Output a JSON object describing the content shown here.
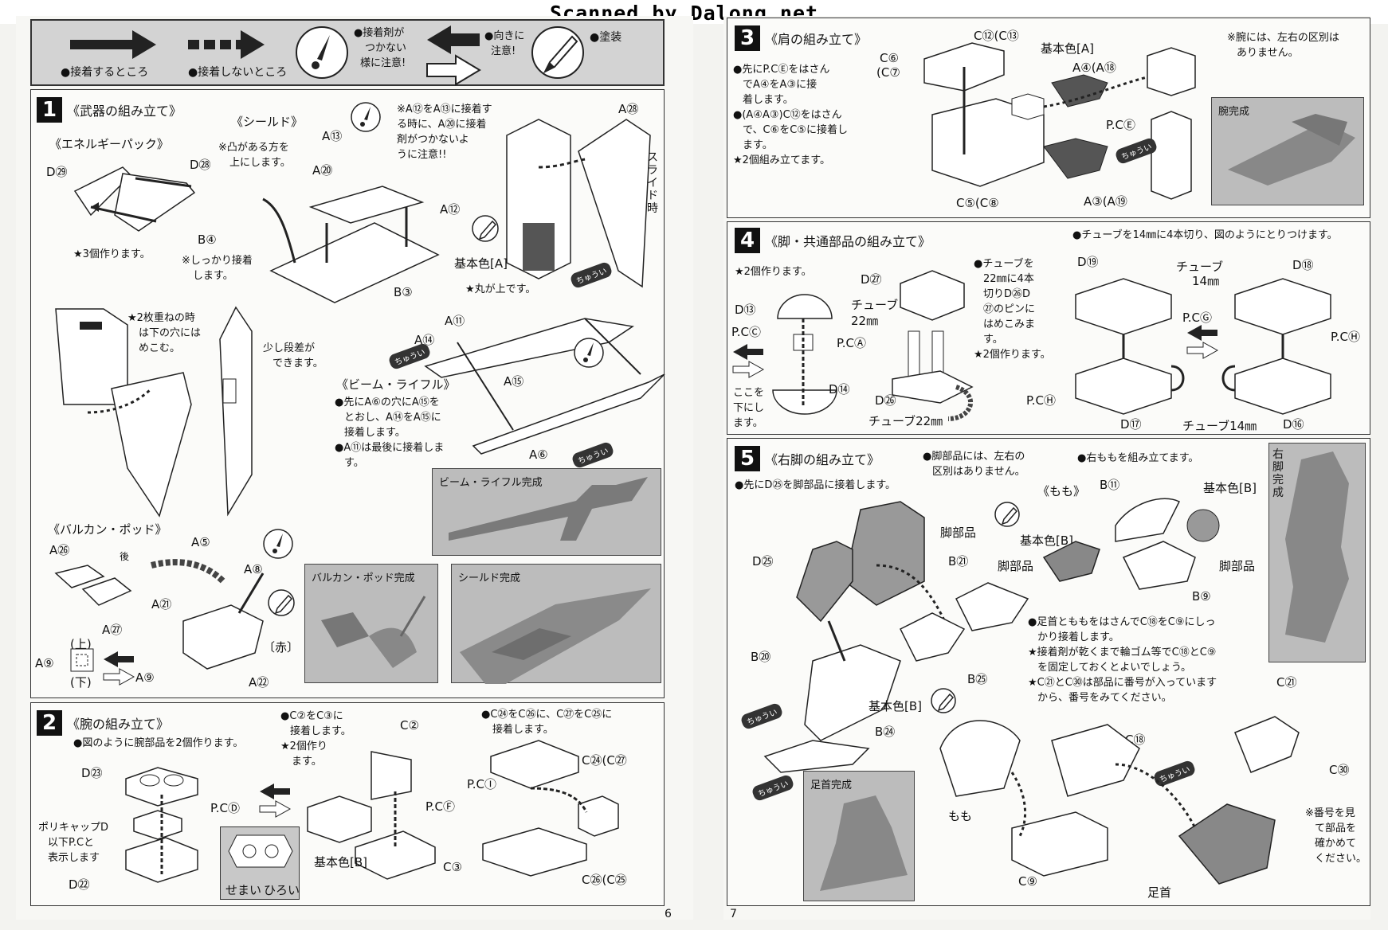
{
  "scan_credit": "Scanned by Dalong.net",
  "legend": {
    "glue": "●接着するところ",
    "no_glue": "●接着しないところ",
    "caution": [
      "●接着剤が",
      "つかない",
      "様に注意!"
    ],
    "direction": [
      "●向きに",
      "注意!"
    ],
    "paint": "●塗装"
  },
  "section1": {
    "num": "1",
    "title": "《武器の組み立て》",
    "energy_pack": "《エネルギーパック》",
    "shield": "《シールド》",
    "shield_note": [
      "※凸がある方を",
      "上にします。"
    ],
    "firmly_glue": [
      "※しっかり接着",
      "します。"
    ],
    "make3": "★3個作ります。",
    "a12_note": [
      "※A⑫をA⑬に接着す",
      "る時に、A⑳に接着",
      "剤がつかないよ",
      "うに注意!!"
    ],
    "slide": "スライド時",
    "base_a": "基本色[A]",
    "round_up": "★丸が上です。",
    "two_layer": [
      "★2枚重ねの時",
      "は下の穴には",
      "めこむ。"
    ],
    "step": [
      "少し段差が",
      "できます。"
    ],
    "beam_rifle": "《ビーム・ライフル》",
    "rifle_notes": [
      "●先にA⑥の穴にA⑮を",
      "とおし、A⑭をA⑮に",
      "接着します。",
      "●A⑪は最後に接着しま",
      "す。"
    ],
    "rifle_done": "ビーム・ライフル完成",
    "vulcan_pod": "《バルカン・ポッド》",
    "vulcan_done": "バルカン・ポッド完成",
    "shield_done": "シールド完成",
    "back": "後",
    "up": "(上)",
    "down": "(下)",
    "red": "〔赤〕",
    "parts": {
      "d29": "D㉙",
      "d28": "D㉘",
      "b4": "B④",
      "a13": "A⑬",
      "a20": "A⑳",
      "a12": "A⑫",
      "b3": "B③",
      "a28": "A㉘",
      "a11": "A⑪",
      "a14": "A⑭",
      "a15": "A⑮",
      "a6": "A⑥",
      "a26": "A㉖",
      "a5": "A⑤",
      "a8": "A⑧",
      "a21": "A㉑",
      "a27": "A㉗",
      "a9": "A⑨",
      "a22": "A㉒"
    }
  },
  "section2": {
    "num": "2",
    "title": "《腕の組み立て》",
    "note1": "●図のように腕部品を2個作ります。",
    "note2": [
      "●C②をC③に",
      "接着します。",
      "★2個作り",
      "ます。"
    ],
    "note3": [
      "●C㉔をC㉖に、C㉗をC㉕に",
      "接着します。"
    ],
    "polycap": [
      "ポリキャップD",
      "以下P.Cと",
      "表示します"
    ],
    "narrow": "せまい",
    "wide": "ひろい",
    "base_b": "基本色[B]",
    "parts": {
      "d23": "D㉓",
      "pcd": "P.CⒹ",
      "d22": "D㉒",
      "c2": "C②",
      "pci": "P.CⒾ",
      "pcf": "P.CⒻ",
      "c3": "C③",
      "c24": "C㉔(C㉗",
      "c26": "C㉖(C㉕"
    }
  },
  "section3": {
    "num": "3",
    "title": "《肩の組み立て》",
    "notes": [
      "●先にP.CⒺをはさん",
      "でA④をA③に接",
      "着します。",
      "●(A④A③)C⑫をはさん",
      "で、C⑥をC⑤に接着し",
      "ます。",
      "★2個組み立てます。"
    ],
    "side_note": [
      "※腕には、左右の区別は",
      "ありません。"
    ],
    "arm_done": "腕完成",
    "base_a": "基本色[A]",
    "parts": {
      "c12": "C⑫(C⑬",
      "c6": "C⑥",
      "c7": "(C⑦",
      "a4": "A④(A⑱",
      "pce": "P.CⒺ",
      "c5": "C⑤(C⑧",
      "a3": "A③(A⑲"
    }
  },
  "section4": {
    "num": "4",
    "title": "《脚・共通部品の組み立て》",
    "make2": "★2個作ります。",
    "tube_note": "●チューブを14㎜に4本切り、図のようにとりつけます。",
    "tube22_note": [
      "●チューブを",
      "22㎜に4本",
      "切りD㉖D",
      "㉗のピンに",
      "はめこみま",
      "す。",
      "★2個作ります。"
    ],
    "bottom_note": [
      "ここを",
      "下にし",
      "ます。"
    ],
    "tube": "チューブ",
    "mm22": "22㎜",
    "mm14": "14㎜",
    "tube22": "チューブ22㎜",
    "tube14": "チューブ14㎜",
    "parts": {
      "d27": "D㉗",
      "d13": "D⑬",
      "pcc": "P.CⒸ",
      "pca": "P.CⒶ",
      "d14": "D⑭",
      "d26": "D㉖",
      "d19": "D⑲",
      "d18": "D⑱",
      "pcg": "P.CⒼ",
      "pch": "P.CⒽ",
      "pch2": "P.CⒽ",
      "d17": "D⑰",
      "d16": "D⑯"
    }
  },
  "section5": {
    "num": "5",
    "title": "《右脚の組み立て》",
    "note1": "●先にD㉕を脚部品に接着します。",
    "note2": [
      "●脚部品には、左右の",
      "区別はありません。"
    ],
    "note3": "●右ももを組み立てます。",
    "momo": "《もも》",
    "leg_part": "脚部品",
    "base_b": "基本色[B]",
    "knee_notes": [
      "●足首とももをはさんでC⑱をC⑨にしっ",
      "かり接着します。",
      "★接着剤が乾くまで輪ゴム等でC⑱とC⑨",
      "を固定しておくとよいでしょう。",
      "★C㉑とC㉚は部品に番号が入っています",
      "から、番号をみてください。"
    ],
    "ankle_done": "足首完成",
    "leg_done": "右脚完成",
    "momo_lbl": "もも",
    "ankle": "足首",
    "num_note": [
      "※番号を見",
      "て部品を",
      "確かめて",
      "ください。"
    ],
    "parts": {
      "b11": "B⑪",
      "d25": "D㉕",
      "b21": "B㉑",
      "b9": "B⑨",
      "b20": "B⑳",
      "b25": "B㉕",
      "b24": "B㉔",
      "c21": "C㉑",
      "c18": "C⑱",
      "c30": "C㉚",
      "c9": "C⑨"
    }
  },
  "caution_tag": "ちゅうい",
  "page_left": "6",
  "page_right": "7"
}
